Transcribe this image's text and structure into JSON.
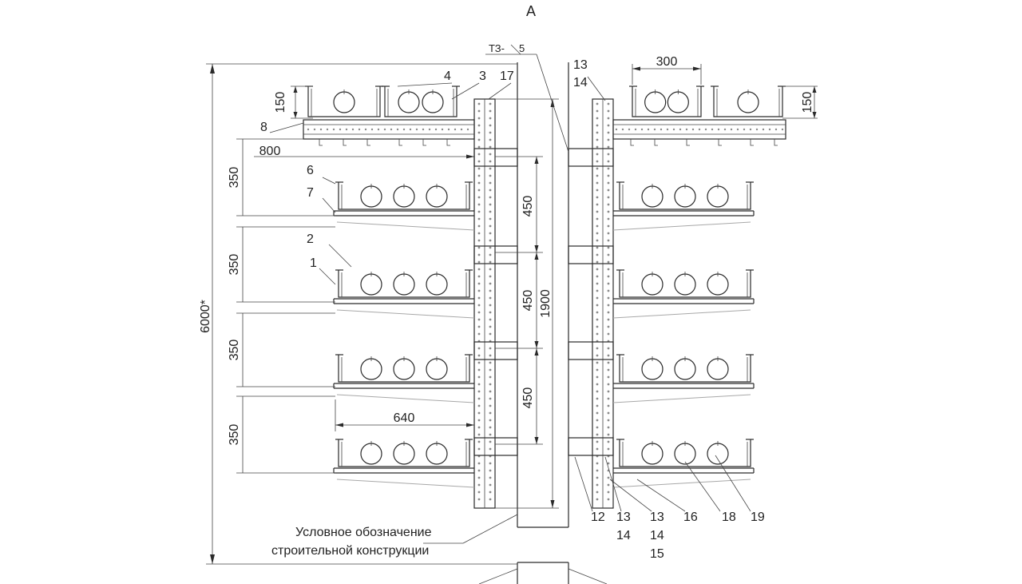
{
  "view_label": "А",
  "section_ref": {
    "prefix": "ТЗ-",
    "number": "5"
  },
  "dimensions": {
    "total_height": "6000*",
    "tray_height_left": "150",
    "tray_height_right": "150",
    "tray_width_top": "300",
    "bracket_top": "800",
    "shelf_gap_1": "350",
    "shelf_gap_2": "350",
    "shelf_gap_3": "350",
    "shelf_gap_4": "350",
    "post_pitch_1": "450",
    "post_pitch_2": "450",
    "post_pitch_3": "450",
    "post_length": "1900",
    "bracket_length": "640"
  },
  "callouts": {
    "c1": "1",
    "c2": "2",
    "c3": "3",
    "c4": "4",
    "c6": "6",
    "c7": "7",
    "c8": "8",
    "c17": "17",
    "c13a": "13",
    "c14a": "14",
    "c12": "12",
    "c13b": "13",
    "c14b": "14",
    "c13c": "13",
    "c14c": "14",
    "c15": "15",
    "c16": "16",
    "c18": "18",
    "c19": "19"
  },
  "legend": {
    "line1": "Условное обозначение",
    "line2": "строительной конструкции"
  }
}
